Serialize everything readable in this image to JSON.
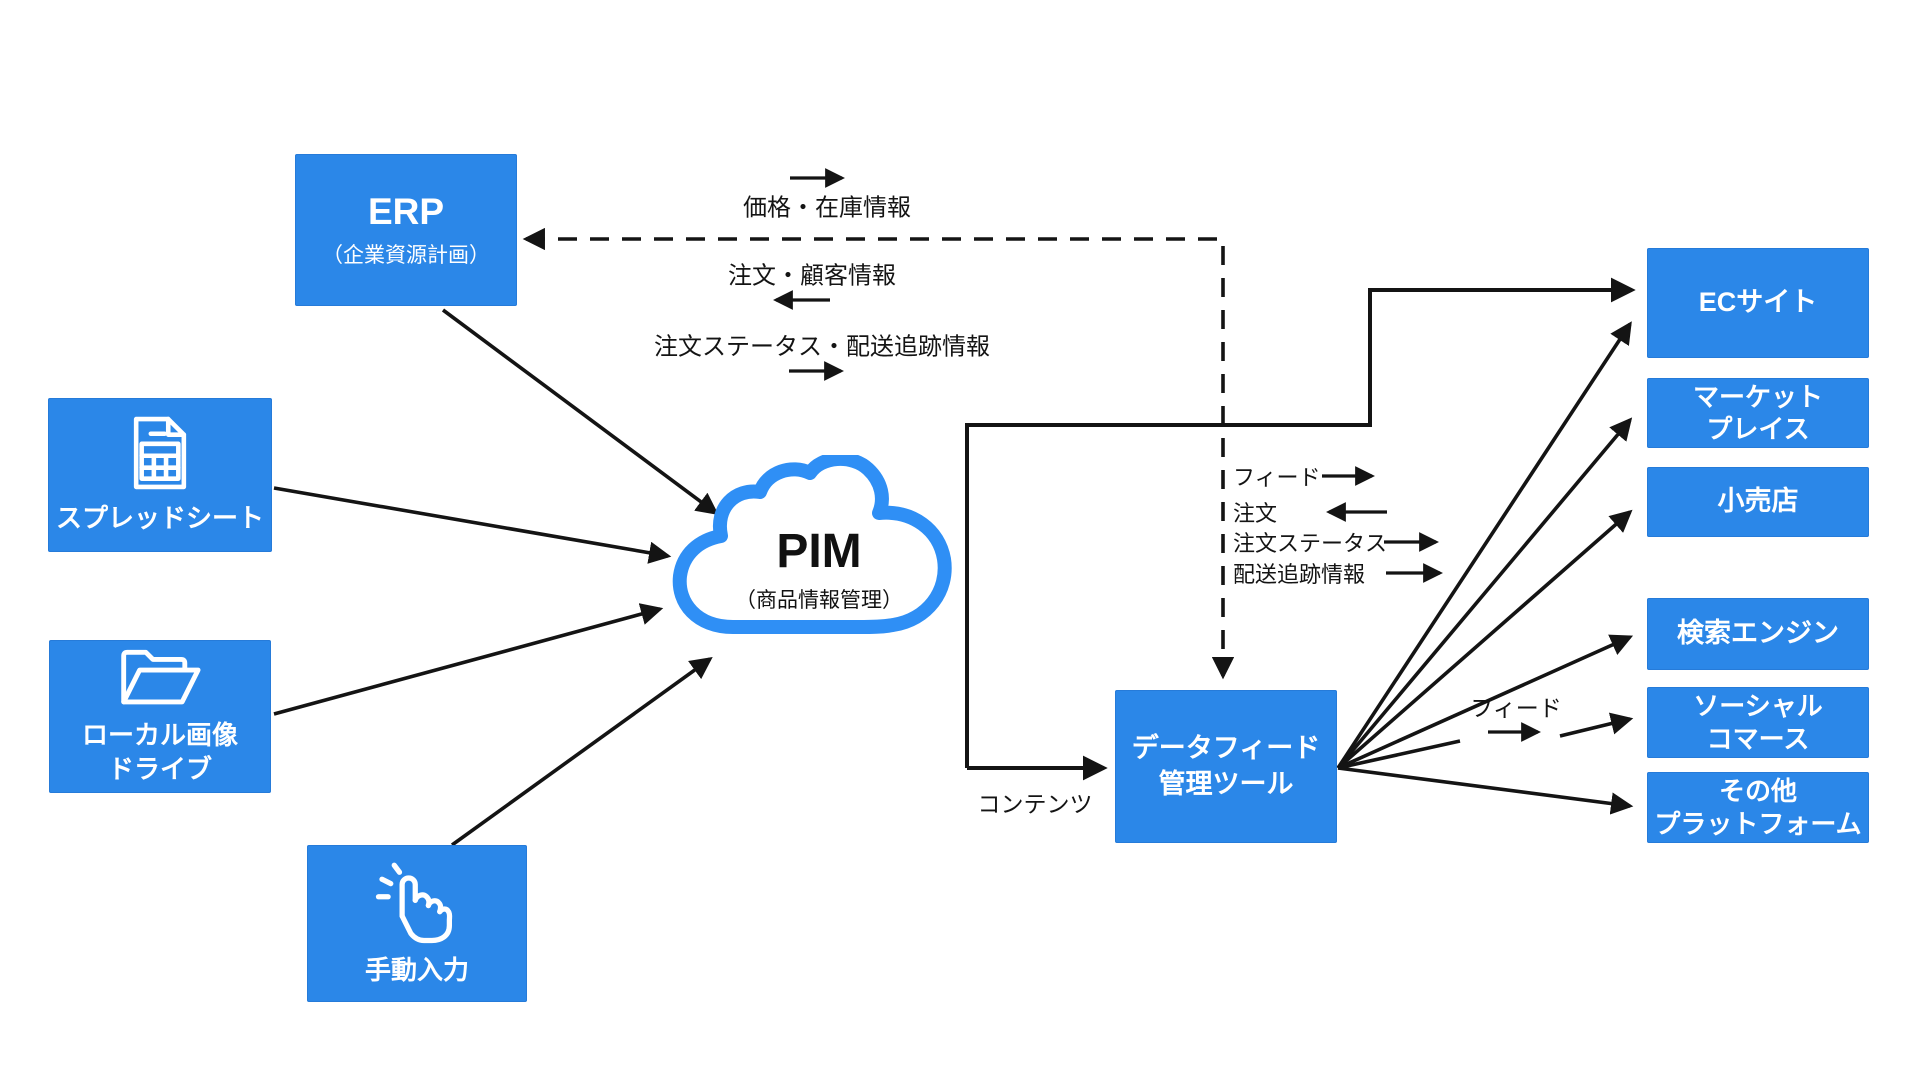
{
  "diagram": {
    "type": "flow-diagram",
    "colors": {
      "box_blue": "#2b87e8",
      "cloud_stroke": "#2f8ff5",
      "arrow_black": "#141414",
      "box_text": "#ffffff"
    },
    "sources": {
      "erp": {
        "title": "ERP",
        "subtitle": "（企業資源計画）"
      },
      "spreadsheet": {
        "label": "スプレッドシート",
        "icon": "spreadsheet-file-icon"
      },
      "local_drive": {
        "line1": "ローカル画像",
        "line2": "ドライブ",
        "icon": "open-folder-icon"
      },
      "manual": {
        "label": "手動入力",
        "icon": "hand-click-icon"
      }
    },
    "hub": {
      "title": "PIM",
      "subtitle": "（商品情報管理）"
    },
    "feed_tool": {
      "line1": "データフィード",
      "line2": "管理ツール"
    },
    "channels": [
      {
        "line1": "ECサイト",
        "line2": ""
      },
      {
        "line1": "マーケット",
        "line2": "プレイス"
      },
      {
        "line1": "小売店",
        "line2": ""
      },
      {
        "line1": "検索エンジン",
        "line2": ""
      },
      {
        "line1": "ソーシャル",
        "line2": "コマース"
      },
      {
        "line1": "その他",
        "line2": "プラットフォーム"
      }
    ],
    "erp_flows": [
      {
        "text": "価格・在庫情報",
        "direction": "right"
      },
      {
        "text": "注文・顧客情報",
        "direction": "left"
      },
      {
        "text": "注文ステータス・配送追跡情報",
        "direction": "right"
      }
    ],
    "feed_legend": [
      {
        "text": "フィード",
        "direction": "right"
      },
      {
        "text": "注文",
        "direction": "left"
      },
      {
        "text": "注文ステータス",
        "direction": "right"
      },
      {
        "text": "配送追跡情報",
        "direction": "right"
      }
    ],
    "content_label": "コンテンツ",
    "feed_label": "フィード"
  }
}
